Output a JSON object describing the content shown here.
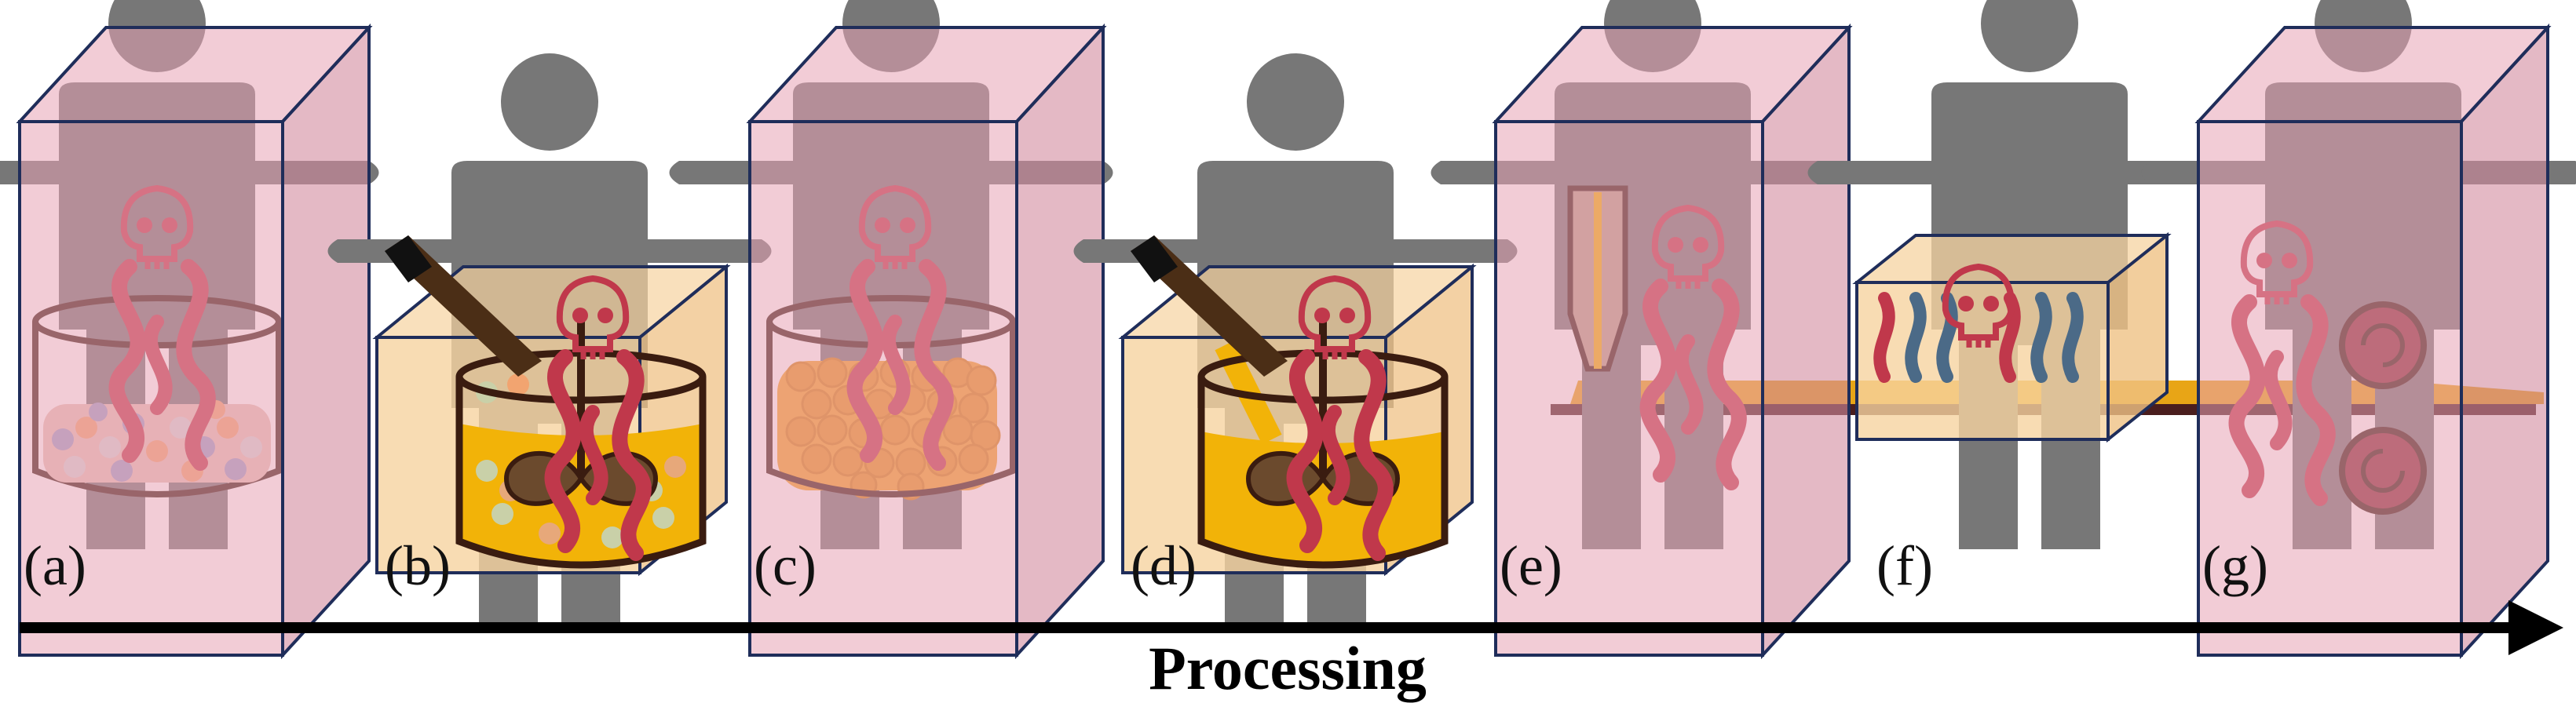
{
  "panels": [
    {
      "id": "a",
      "label": "(a)"
    },
    {
      "id": "b",
      "label": "(b)"
    },
    {
      "id": "c",
      "label": "(c)"
    },
    {
      "id": "d",
      "label": "(d)"
    },
    {
      "id": "e",
      "label": "(e)"
    },
    {
      "id": "f",
      "label": "(f)"
    },
    {
      "id": "g",
      "label": "(g)"
    }
  ],
  "axis": {
    "label": "Processing"
  },
  "colors": {
    "enclosure_fill": "#e8a3b5",
    "enclosure_edge": "#1f2d5a",
    "fume_hood_fill": "#f6d3a0",
    "person": "#777777",
    "hazard": "#c0384b",
    "solvent_blue": "#4b6a87",
    "slurry": "#f2b308",
    "powder_orange": "#f3a424",
    "container_edge": "#3a1c10",
    "arrow": "#000000"
  },
  "icons": [
    "person-icon",
    "skull-hazard-icon",
    "mixer-icon",
    "doctor-blade-icon",
    "roller-icon"
  ]
}
